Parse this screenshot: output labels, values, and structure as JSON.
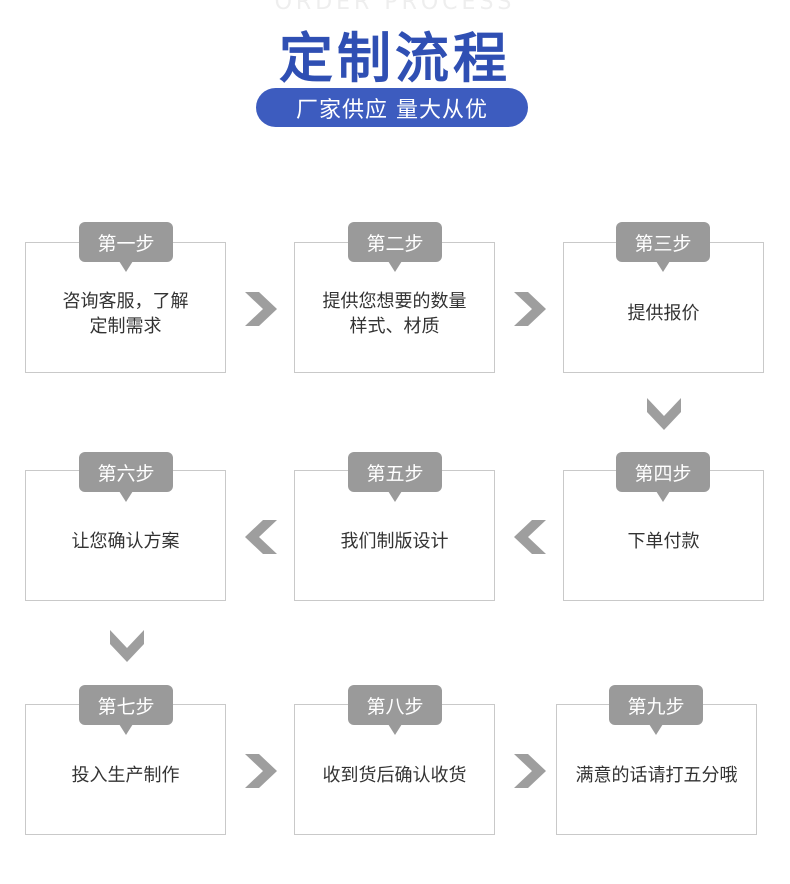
{
  "header": {
    "english_subtitle": "ORDER PROCESS",
    "title": "定制流程",
    "tagline": "厂家供应  量大从优"
  },
  "steps": [
    {
      "label": "第一步",
      "text": "咨询客服，了解\n定制需求"
    },
    {
      "label": "第二步",
      "text": "提供您想要的数量\n样式、材质"
    },
    {
      "label": "第三步",
      "text": "提供报价"
    },
    {
      "label": "第四步",
      "text": "下单付款"
    },
    {
      "label": "第五步",
      "text": "我们制版设计"
    },
    {
      "label": "第六步",
      "text": "让您确认方案"
    },
    {
      "label": "第七步",
      "text": "投入生产制作"
    },
    {
      "label": "第八步",
      "text": "收到货后确认收货"
    },
    {
      "label": "第九步",
      "text": "满意的话请打五分哦"
    }
  ],
  "colors": {
    "title": "#2f4fb3",
    "pill": "#3d5cbf",
    "tag": "#9a9a9a",
    "arrow": "#9e9e9e",
    "box_border": "#c9c9c9"
  },
  "icons": {
    "right": "chevron-right-icon",
    "left": "chevron-left-icon",
    "down": "chevron-down-icon"
  }
}
